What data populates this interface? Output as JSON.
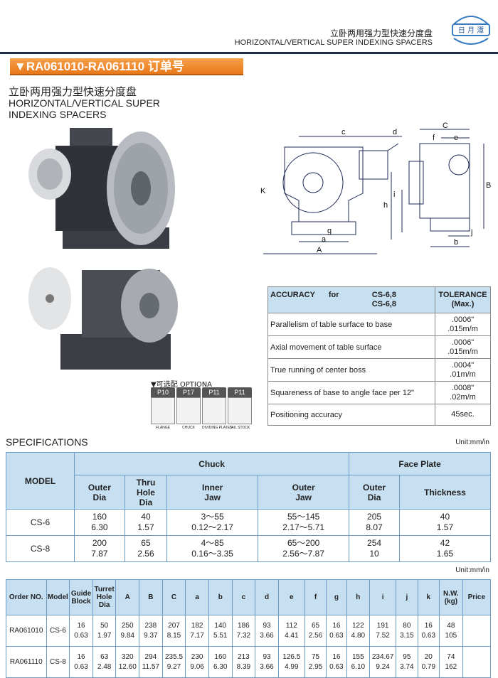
{
  "header": {
    "title_cn": "立卧两用强力型快速分度盘",
    "title_en": "HORIZONTAL/VERTICAL SUPER INDEXING SPACERS",
    "logo_text": "日 月 潭"
  },
  "banner": {
    "label": "▼RA061010-RA061110 订单号"
  },
  "product": {
    "title_cn": "立卧两用强力型快速分度盘",
    "title_en_line1": "HORIZONTAL/VERTICAL SUPER",
    "title_en_line2": "INDEXING SPACERS"
  },
  "options": {
    "label": "▼可选配  OPTIONA",
    "items": [
      {
        "page": "P10",
        "caption": "FLANGE"
      },
      {
        "page": "P17",
        "caption": "CHUCK"
      },
      {
        "page": "P11",
        "caption": "DIVIDING PLATES"
      },
      {
        "page": "P11",
        "caption": "TAIL STOCK"
      }
    ]
  },
  "drawing_labels": [
    "c",
    "d",
    "C",
    "f",
    "e",
    "A",
    "B",
    "K",
    "i",
    "h",
    "g",
    "a",
    "j",
    "b"
  ],
  "accuracy": {
    "header_label": "ACCURACY",
    "header_for": "for",
    "header_models": [
      "CS-6,8",
      "CS-6,8"
    ],
    "header_tol": [
      "TOLERANCE",
      "(Max.)"
    ],
    "rows": [
      {
        "label": "Parallelism of table surface to base",
        "v1": ".0006\"",
        "v2": ".015m/m"
      },
      {
        "label": "Axial movement of table surface",
        "v1": ".0006\"",
        "v2": ".015m/m"
      },
      {
        "label": "True running of center boss",
        "v1": ".0004\"",
        "v2": ".01m/m"
      },
      {
        "label": "Squareness of base to angle face per 12\"",
        "v1": ".0008\"",
        "v2": ".02m/m"
      },
      {
        "label": "Positioning accuracy",
        "v1": "45sec.",
        "v2": ""
      }
    ]
  },
  "specs": {
    "title": "SPECIFICATIONS",
    "unit": "Unit:mm/in",
    "header": {
      "model": "MODEL",
      "chuck": "Chuck",
      "face_plate": "Face Plate",
      "outer_dia": [
        "Outer",
        "Dia"
      ],
      "thru_hole": [
        "Thru",
        "Hole",
        "Dia"
      ],
      "inner_jaw": [
        "Inner",
        "Jaw"
      ],
      "outer_jaw": [
        "Outer",
        "Jaw"
      ],
      "fp_outer": [
        "Outer",
        "Dia"
      ],
      "thickness": "Thickness"
    },
    "rows": [
      {
        "model": "CS-6",
        "c1": [
          "160",
          "6.30"
        ],
        "c2": [
          "40",
          "1.57"
        ],
        "c3": [
          "3～55",
          "0.12～2.17"
        ],
        "c4": [
          "55～145",
          "2.17～5.71"
        ],
        "c5": [
          "205",
          "8.07"
        ],
        "c6": [
          "40",
          "1.57"
        ]
      },
      {
        "model": "CS-8",
        "c1": [
          "200",
          "7.87"
        ],
        "c2": [
          "65",
          "2.56"
        ],
        "c3": [
          "4～85",
          "0.16～3.35"
        ],
        "c4": [
          "65～200",
          "2.56～7.87"
        ],
        "c5": [
          "254",
          "10"
        ],
        "c6": [
          "42",
          "1.65"
        ]
      }
    ]
  },
  "orders": {
    "unit": "Unit:mm/in",
    "headers": [
      "Order NO.",
      "Model",
      "Guide Block",
      "Turret Hole Dia",
      "A",
      "B",
      "C",
      "a",
      "b",
      "c",
      "d",
      "e",
      "f",
      "g",
      "h",
      "i",
      "j",
      "k",
      "N.W. (kg)",
      "Price"
    ],
    "rows": [
      {
        "cells": [
          [
            "RA061010"
          ],
          [
            "CS-6"
          ],
          [
            "16",
            "0.63"
          ],
          [
            "50",
            "1.97"
          ],
          [
            "250",
            "9.84"
          ],
          [
            "238",
            "9.37"
          ],
          [
            "207",
            "8.15"
          ],
          [
            "182",
            "7.17"
          ],
          [
            "140",
            "5.51"
          ],
          [
            "186",
            "7.32"
          ],
          [
            "93",
            "3.66"
          ],
          [
            "112",
            "4.41"
          ],
          [
            "65",
            "2.56"
          ],
          [
            "16",
            "0.63"
          ],
          [
            "122",
            "4.80"
          ],
          [
            "191",
            "7.52"
          ],
          [
            "80",
            "3.15"
          ],
          [
            "16",
            "0.63"
          ],
          [
            "48",
            "105"
          ],
          [
            ""
          ]
        ]
      },
      {
        "cells": [
          [
            "RA061110"
          ],
          [
            "CS-8"
          ],
          [
            "16",
            "0.63"
          ],
          [
            "63",
            "2.48"
          ],
          [
            "320",
            "12.60"
          ],
          [
            "294",
            "11.57"
          ],
          [
            "235.5",
            "9.27"
          ],
          [
            "230",
            "9.06"
          ],
          [
            "160",
            "6.30"
          ],
          [
            "213",
            "8.39"
          ],
          [
            "93",
            "3.66"
          ],
          [
            "126.5",
            "4.99"
          ],
          [
            "75",
            "2.95"
          ],
          [
            "16",
            "0.63"
          ],
          [
            "155",
            "6.10"
          ],
          [
            "234.67",
            "9.24"
          ],
          [
            "95",
            "3.74"
          ],
          [
            "20",
            "0.79"
          ],
          [
            "74",
            "162"
          ],
          [
            ""
          ]
        ]
      }
    ]
  },
  "colors": {
    "accent": "#e8781a",
    "table_header": "#c6dff1",
    "header_line": "#1f2a44"
  }
}
